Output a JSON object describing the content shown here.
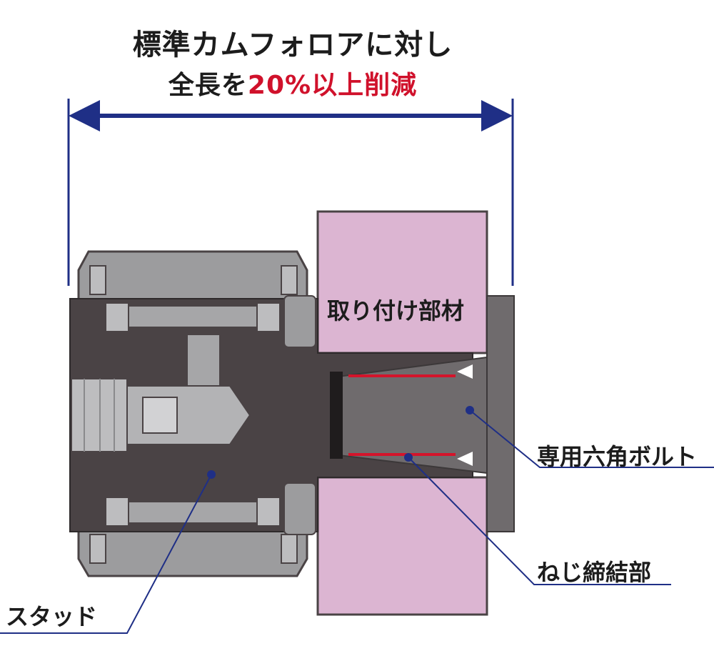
{
  "headline": {
    "line1": "標準カムフォロアに対し",
    "line2_prefix": "全長を",
    "line2_highlight": "20%以上削減"
  },
  "labels": {
    "mounting_member": "取り付け部材",
    "hex_bolt": "専用六角ボルト",
    "thread_fastening": "ねじ締結部",
    "stud": "スタッド"
  },
  "colors": {
    "dimension_line": "#1f2f86",
    "highlight_text": "#d0112b",
    "mounting_member": "#dcb5d2",
    "stud_body": "#4a4345",
    "thread_mark": "#d4142b"
  }
}
